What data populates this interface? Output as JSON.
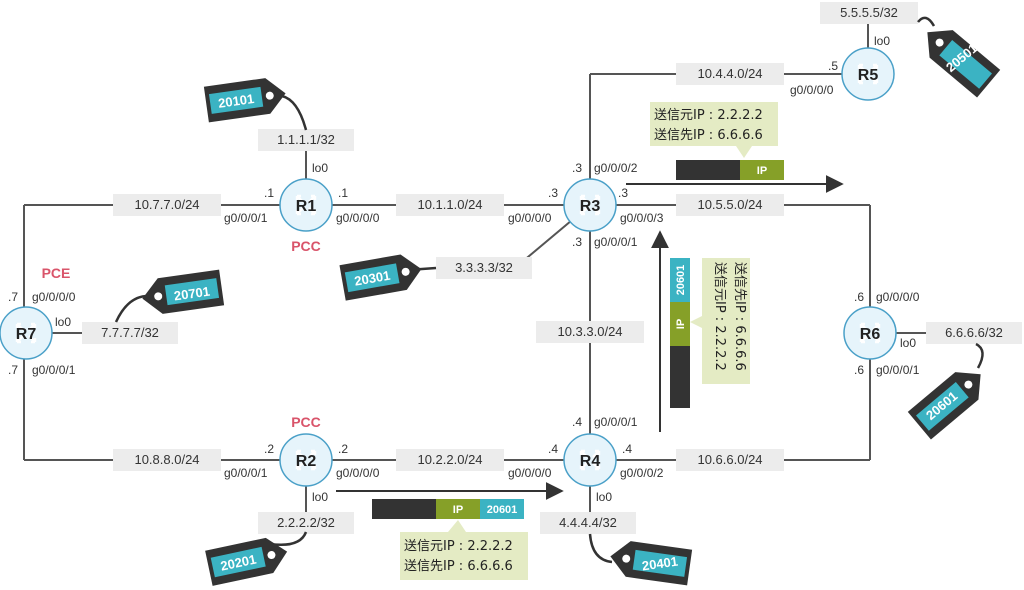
{
  "colors": {
    "link": "#555555",
    "label_bg": "#ececec",
    "router_fill": "#e6f4fb",
    "router_stroke": "#4aa0c8",
    "role": "#d9546a",
    "tag_body": "#333333",
    "tag_label": "#3bb3c3",
    "ip_green": "#86a028",
    "header_dark": "#333333",
    "callout_bg": "#e4ebc4"
  },
  "routers": {
    "r1": {
      "name": "R1",
      "role": "PCC"
    },
    "r2": {
      "name": "R2",
      "role": "PCC"
    },
    "r3": {
      "name": "R3"
    },
    "r4": {
      "name": "R4"
    },
    "r5": {
      "name": "R5"
    },
    "r6": {
      "name": "R6"
    },
    "r7": {
      "name": "R7",
      "role": "PCE"
    }
  },
  "loopbacks": {
    "r1": "1.1.1.1/32",
    "r2": "2.2.2.2/32",
    "r3": "3.3.3.3/32",
    "r4": "4.4.4.4/32",
    "r5": "5.5.5.5/32",
    "r6": "6.6.6.6/32",
    "r7": "7.7.7.7/32"
  },
  "lo_label": "lo0",
  "networks": {
    "r7_r1": "10.7.7.0/24",
    "r1_r3": "10.1.1.0/24",
    "r3_r5": "10.4.4.0/24",
    "r3_r6": "10.5.5.0/24",
    "r3_r4": "10.3.3.0/24",
    "r7_r2": "10.8.8.0/24",
    "r2_r4": "10.2.2.0/24",
    "r4_r6": "10.6.6.0/24"
  },
  "ifaces": {
    "g0000": "g0/0/0/0",
    "g0001": "g0/0/0/1",
    "g0002": "g0/0/0/2",
    "g0003": "g0/0/0/3"
  },
  "hosts": {
    "h1": ".1",
    "h2": ".2",
    "h3": ".3",
    "h4": ".4",
    "h5": ".5",
    "h6": ".6",
    "h7": ".7"
  },
  "sids": {
    "r1": "20101",
    "r2": "20201",
    "r3": "20301",
    "r4": "20401",
    "r5": "20501",
    "r6": "20601",
    "r7": "20701"
  },
  "packet": {
    "ip": "IP",
    "label": "20601",
    "src": "送信元IP : 2.2.2.2",
    "dst": "送信先IP : 6.6.6.6"
  }
}
